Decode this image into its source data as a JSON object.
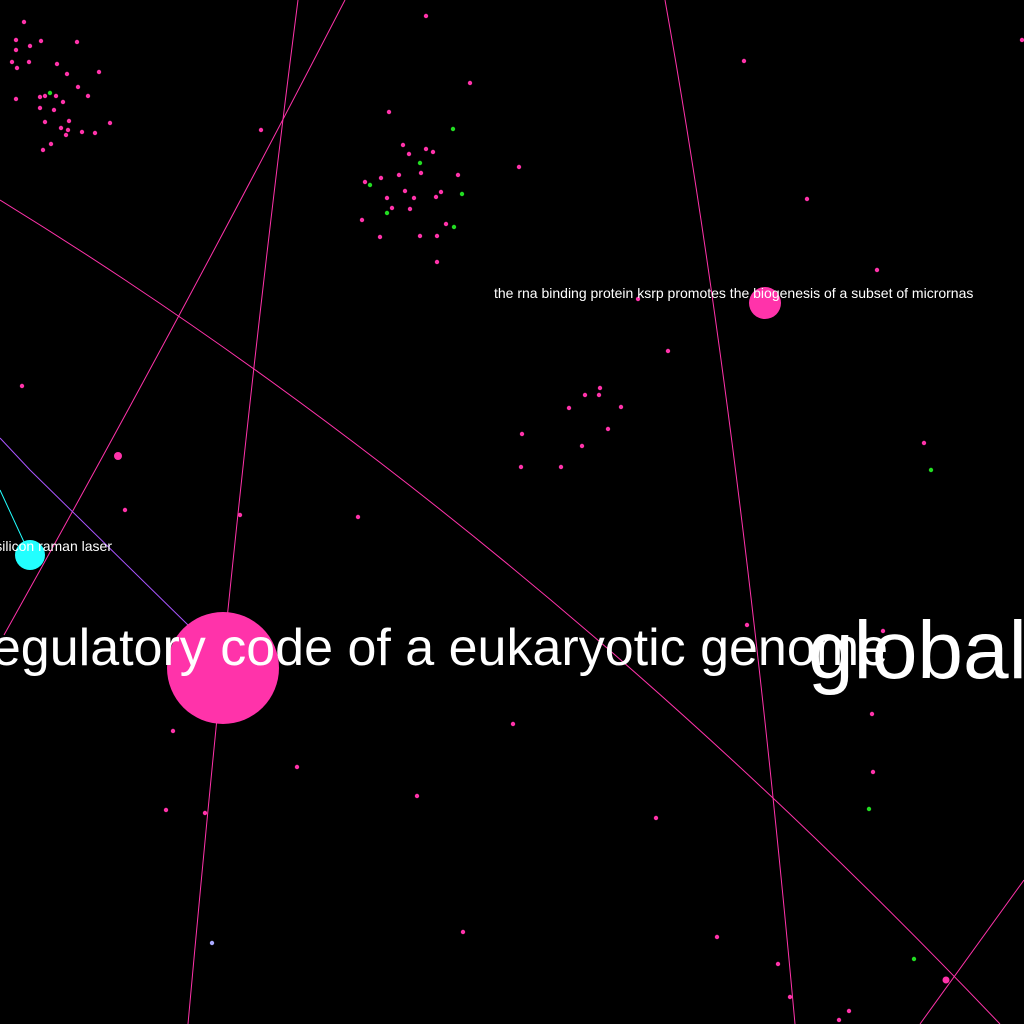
{
  "colors": {
    "background": "#000000",
    "pink": "#ff33aa",
    "green": "#22dd22",
    "cyan": "#22ffff",
    "lavender": "#aaaaff",
    "label": "#ffffff"
  },
  "labels": {
    "ksrp": "the rna binding protein ksrp promotes the biogenesis of a subset of micrornas",
    "raman": "a continuous-wave silicon raman laser",
    "regulatory": "the regulatory code of a eukaryotic genome",
    "global": "global"
  }
}
